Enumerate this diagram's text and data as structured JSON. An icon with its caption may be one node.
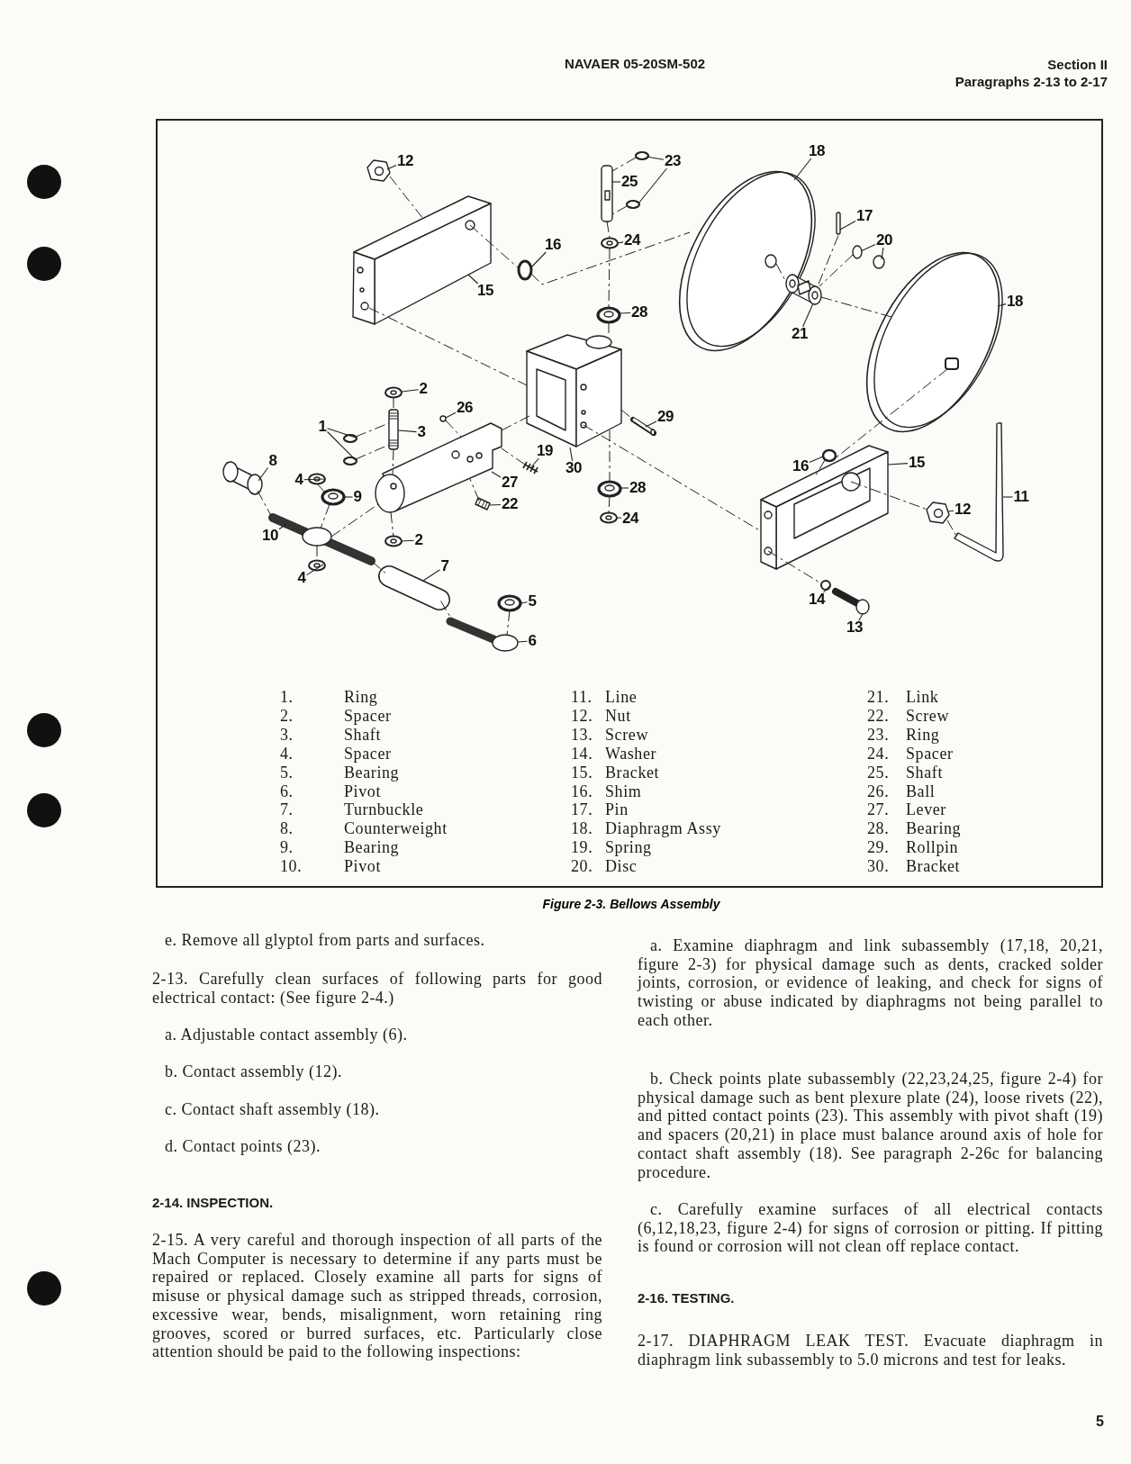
{
  "diagram": {
    "caption": "Figure 2-3. Bellows Assembly",
    "nodes": [
      {
        "text": [
          "18"
        ]
      },
      {
        "text": [
          "12"
        ]
      },
      {
        "text": [
          "23"
        ]
      },
      {
        "text": [
          "25"
        ]
      },
      {
        "text": [
          "17"
        ]
      },
      {
        "text": [
          "24"
        ]
      },
      {
        "text": [
          "20"
        ]
      },
      {
        "text": [
          "16"
        ]
      },
      {
        "text": [
          "15"
        ]
      },
      {
        "text": [
          "18"
        ]
      },
      {
        "text": [
          "28"
        ]
      },
      {
        "text": [
          "21"
        ]
      },
      {
        "text": [
          "2"
        ]
      },
      {
        "text": [
          "26"
        ]
      },
      {
        "text": [
          "29"
        ]
      },
      {
        "text": [
          "1"
        ]
      },
      {
        "text": [
          "3"
        ]
      },
      {
        "text": [
          "19"
        ]
      },
      {
        "text": [
          "8"
        ]
      },
      {
        "text": [
          "16"
        ]
      },
      {
        "text": [
          "15"
        ]
      },
      {
        "text": [
          "30"
        ]
      },
      {
        "text": [
          "4"
        ]
      },
      {
        "text": [
          "27"
        ]
      },
      {
        "text": [
          "28"
        ]
      },
      {
        "text": [
          "11"
        ]
      },
      {
        "text": [
          "9"
        ]
      },
      {
        "text": [
          "22"
        ]
      },
      {
        "text": [
          "12"
        ]
      },
      {
        "text": [
          "24"
        ]
      },
      {
        "text": [
          "10"
        ]
      },
      {
        "text": [
          "2"
        ]
      },
      {
        "text": [
          "7"
        ]
      },
      {
        "text": [
          "4"
        ]
      },
      {
        "text": [
          "14"
        ]
      },
      {
        "text": [
          "5"
        ]
      },
      {
        "text": [
          "13"
        ]
      },
      {
        "text": [
          "6"
        ]
      },
      {
        "text": [],
        "shape": "picture"
      },
      {
        "text": [],
        "shape": "picture"
      },
      {
        "text": [],
        "shape": "circle"
      },
      {
        "text": [],
        "shape": "circle"
      },
      {
        "text": [],
        "shape": "picture"
      },
      {
        "text": [],
        "shape": "bar"
      },
      {
        "text": [],
        "shape": "picture"
      },
      {
        "text": [],
        "shape": "circle"
      },
      {
        "text": [],
        "shape": "circle"
      },
      {
        "text": [],
        "shape": "circle"
      },
      {
        "text": [],
        "shape": "picture"
      },
      {
        "text": [],
        "shape": "picture"
      },
      {
        "text": [],
        "shape": "picture"
      },
      {
        "text": [],
        "shape": "picture"
      },
      {
        "text": [],
        "shape": "picture"
      },
      {
        "text": [],
        "shape": "circle"
      },
      {
        "text": [],
        "shape": "picture"
      },
      {
        "text": [],
        "shape": "circle"
      },
      {
        "text": [],
        "shape": "circle"
      },
      {
        "text": [],
        "shape": "picture"
      },
      {
        "text": [],
        "shape": "picture"
      },
      {
        "text": [],
        "shape": "picture"
      },
      {
        "text": [],
        "shape": "circle"
      },
      {
        "text": [],
        "shape": "picture"
      },
      {
        "text": [],
        "shape": "picture"
      },
      {
        "text": [],
        "shape": "picture"
      },
      {
        "text": [],
        "shape": "picture"
      },
      {
        "text": [],
        "shape": "picture"
      },
      {
        "text": [],
        "shape": "picture"
      },
      {
        "text": [],
        "shape": "picture"
      },
      {
        "text": [],
        "shape": "picture"
      },
      {
        "text": [],
        "shape": "picture"
      },
      {
        "text": [],
        "shape": "picture"
      },
      {
        "text": [],
        "shape": "picture"
      },
      {
        "text": [],
        "shape": "picture"
      },
      {
        "text": [],
        "shape": "picture"
      },
      {
        "text": [],
        "shape": "picture"
      },
      {
        "text": [],
        "shape": "circle"
      },
      {
        "text": [],
        "shape": "picture"
      },
      {
        "text": [],
        "shape": "picture"
      },
      {
        "text": [],
        "shape": "picture"
      }
    ],
    "edges": [
      {
        "from": 0,
        "to": 38,
        "arrow": "none"
      },
      {
        "from": 1,
        "to": 39,
        "arrow": "none"
      },
      {
        "from": 2,
        "to": 40,
        "arrow": "none"
      },
      {
        "from": 2,
        "to": 41,
        "arrow": "none"
      },
      {
        "from": 3,
        "to": 42,
        "arrow": "none"
      },
      {
        "from": 4,
        "to": 43,
        "arrow": "none"
      },
      {
        "from": 5,
        "to": 44,
        "arrow": "none"
      },
      {
        "from": 6,
        "to": 45,
        "arrow": "none"
      },
      {
        "from": 6,
        "to": 46,
        "arrow": "none"
      },
      {
        "from": 7,
        "to": 47,
        "arrow": "none"
      },
      {
        "from": 8,
        "to": 48,
        "arrow": "none"
      },
      {
        "from": 9,
        "to": 49,
        "arrow": "none"
      },
      {
        "from": 10,
        "to": 50,
        "arrow": "none"
      },
      {
        "from": 11,
        "to": 51,
        "arrow": "none"
      },
      {
        "from": 12,
        "to": 52,
        "arrow": "none"
      },
      {
        "from": 13,
        "to": 53,
        "arrow": "none"
      },
      {
        "from": 14,
        "to": 54,
        "arrow": "none"
      },
      {
        "from": 15,
        "to": 55,
        "arrow": "none"
      },
      {
        "from": 15,
        "to": 56,
        "arrow": "none"
      },
      {
        "from": 16,
        "to": 57,
        "arrow": "none"
      },
      {
        "from": 17,
        "to": 58,
        "arrow": "none"
      },
      {
        "from": 18,
        "to": 59,
        "arrow": "none"
      },
      {
        "from": 19,
        "to": 60,
        "arrow": "none"
      },
      {
        "from": 20,
        "to": 61,
        "arrow": "none"
      },
      {
        "from": 21,
        "to": 62,
        "arrow": "none"
      },
      {
        "from": 22,
        "to": 63,
        "arrow": "none"
      },
      {
        "from": 23,
        "to": 64,
        "arrow": "none"
      },
      {
        "from": 24,
        "to": 65,
        "arrow": "none"
      },
      {
        "from": 25,
        "to": 66,
        "arrow": "none"
      },
      {
        "from": 26,
        "to": 67,
        "arrow": "none"
      },
      {
        "from": 27,
        "to": 68,
        "arrow": "none"
      },
      {
        "from": 28,
        "to": 69,
        "arrow": "none"
      },
      {
        "from": 29,
        "to": 70,
        "arrow": "none"
      },
      {
        "from": 30,
        "to": 71,
        "arrow": "none"
      },
      {
        "from": 31,
        "to": 72,
        "arrow": "none"
      },
      {
        "from": 32,
        "to": 73,
        "arrow": "none"
      },
      {
        "from": 33,
        "to": 74,
        "arrow": "none"
      },
      {
        "from": 34,
        "to": 75,
        "arrow": "none"
      },
      {
        "from": 35,
        "to": 76,
        "arrow": "none"
      },
      {
        "from": 36,
        "to": 77,
        "arrow": "none"
      },
      {
        "from": 37,
        "to": 78,
        "arrow": "none"
      },
      {
        "from": 39,
        "to": 48,
        "arrow": "none",
        "style": "dashed"
      },
      {
        "from": 48,
        "to": 47,
        "arrow": "none",
        "style": "dashed"
      },
      {
        "from": 47,
        "to": 38,
        "arrow": "none",
        "style": "dashed"
      },
      {
        "from": 48,
        "to": 62,
        "arrow": "none",
        "style": "dashed"
      },
      {
        "from": 40,
        "to": 42,
        "arrow": "none",
        "style": "dashed"
      },
      {
        "from": 41,
        "to": 42,
        "arrow": "none",
        "style": "dashed"
      },
      {
        "from": 42,
        "to": 44,
        "arrow": "none",
        "style": "dashed"
      },
      {
        "from": 44,
        "to": 50,
        "arrow": "none",
        "style": "dashed"
      },
      {
        "from": 50,
        "to": 62,
        "arrow": "none",
        "style": "dashed"
      },
      {
        "from": 38,
        "to": 51,
        "arrow": "none",
        "style": "dashed"
      },
      {
        "from": 51,
        "to": 49,
        "arrow": "none",
        "style": "dashed"
      },
      {
        "from": 43,
        "to": 51,
        "arrow": "none",
        "style": "dashed"
      },
      {
        "from": 45,
        "to": 51,
        "arrow": "none",
        "style": "dashed"
      },
      {
        "from": 49,
        "to": 60,
        "arrow": "none",
        "style": "dashed"
      },
      {
        "from": 60,
        "to": 61,
        "arrow": "none",
        "style": "dashed"
      },
      {
        "from": 62,
        "to": 54,
        "arrow": "none",
        "style": "dashed"
      },
      {
        "from": 62,
        "to": 61,
        "arrow": "none",
        "style": "dashed"
      },
      {
        "from": 61,
        "to": 69,
        "arrow": "none",
        "style": "dashed"
      },
      {
        "from": 69,
        "to": 66,
        "arrow": "none",
        "style": "dashed"
      },
      {
        "from": 61,
        "to": 75,
        "arrow": "none",
        "style": "dashed"
      },
      {
        "from": 62,
        "to": 65,
        "arrow": "none",
        "style": "dashed"
      },
      {
        "from": 65,
        "to": 70,
        "arrow": "none",
        "style": "dashed"
      },
      {
        "from": 52,
        "to": 57,
        "arrow": "none",
        "style": "dashed"
      },
      {
        "from": 57,
        "to": 64,
        "arrow": "none",
        "style": "dashed"
      },
      {
        "from": 64,
        "to": 72,
        "arrow": "none",
        "style": "dashed"
      },
      {
        "from": 55,
        "to": 57,
        "arrow": "none",
        "style": "dashed"
      },
      {
        "from": 56,
        "to": 57,
        "arrow": "none",
        "style": "dashed"
      },
      {
        "from": 53,
        "to": 64,
        "arrow": "none",
        "style": "dashed"
      },
      {
        "from": 64,
        "to": 62,
        "arrow": "none",
        "style": "dashed"
      },
      {
        "from": 58,
        "to": 64,
        "arrow": "none",
        "style": "dashed"
      },
      {
        "from": 68,
        "to": 64,
        "arrow": "none",
        "style": "dashed"
      },
      {
        "from": 59,
        "to": 71,
        "arrow": "none",
        "style": "dashed"
      },
      {
        "from": 63,
        "to": 67,
        "arrow": "none",
        "style": "dashed"
      },
      {
        "from": 67,
        "to": 71,
        "arrow": "none",
        "style": "dashed"
      },
      {
        "from": 71,
        "to": 74,
        "arrow": "none",
        "style": "dashed"
      },
      {
        "from": 71,
        "to": 64,
        "arrow": "none",
        "style": "dashed"
      },
      {
        "from": 71,
        "to": 73,
        "arrow": "none",
        "style": "dashed"
      },
      {
        "from": 73,
        "to": 78,
        "arrow": "none",
        "style": "dashed"
      },
      {
        "from": 76,
        "to": 78,
        "arrow": "none",
        "style": "dashed"
      }
    ],
    "labels": [
      "NAVAER 05-20SM-502",
      "Section II",
      "Paragraphs 2-13 to 2-17",
      "1.",
      "Ring",
      "11.",
      "Line",
      "21.",
      "Link",
      "2.",
      "Spacer",
      "12.",
      "Nut",
      "22.",
      "Screw",
      "3.",
      "Shaft",
      "13.",
      "Screw",
      "23.",
      "Ring",
      "4.",
      "Spacer",
      "14.",
      "Washer",
      "24.",
      "Spacer",
      "5.",
      "Bearing",
      "15.",
      "Bracket",
      "25.",
      "Shaft",
      "6.",
      "Pivot",
      "16.",
      "Shim",
      "26.",
      "Ball",
      "7.",
      "Turnbuckle",
      "17.",
      "Pin",
      "27.",
      "Lever",
      "8.",
      "Counterweight",
      "18.",
      "Diaphragm Assy",
      "28.",
      "Bearing",
      "9.",
      "Bearing",
      "19.",
      "Spring",
      "29.",
      "Rollpin",
      "10.",
      "Pivot",
      "20.",
      "Disc",
      "30.",
      "Bracket",
      "e. Remove all glyptol from parts and surfaces.",
      "2-13. Carefully clean surfaces of following parts for good electrical contact: (See figure 2-4.)",
      "a. Adjustable contact assembly (6).",
      "b. Contact assembly (12).",
      "c. Contact shaft assembly (18).",
      "d. Contact points (23).",
      "2-14. INSPECTION.",
      "2-15. A very careful and thorough inspection of all parts of the Mach Computer is necessary to determine if any parts must be repaired or replaced. Closely examine all parts for signs of misuse or physical damage such as stripped threads, corrosion, excessive wear, bends, misalignment, worn retaining ring grooves, scored or burred surfaces, etc. Particularly close attention should be paid to the following inspections:",
      "a. Examine diaphragm and link subassembly (17,18, 20,21, figure 2-3) for physical damage such as dents, cracked solder joints, corrosion, or evidence of leaking, and check for signs of twisting or abuse indicated by diaphragms not being parallel to each other.",
      "b. Check points plate subassembly (22,23,24,25, figure 2-4) for physical damage such as bent plexure plate (24), loose rivets (22), and pitted contact points (23). This assembly with pivot shaft (19) and spacers (20,21) in place must balance around axis of hole for contact shaft assembly (18). See paragraph 2-26c for balancing procedure.",
      "c. Carefully examine surfaces of all electrical contacts (6,12,18,23, figure 2-4) for signs of corrosion or pitting. If pitting is found or corrosion will not clean off replace contact.",
      "2-16. TESTING.",
      "2-17. DIAPHRAGM LEAK TEST. Evacuate diaphragm in diaphragm link subassembly to 5.0 microns and test for leaks.",
      "5"
    ]
  }
}
